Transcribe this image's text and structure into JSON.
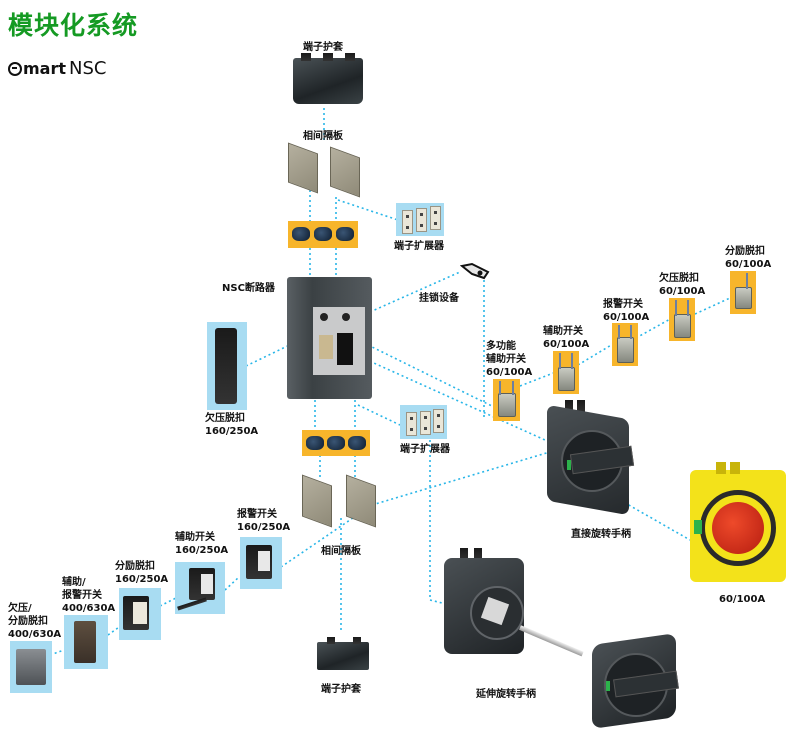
{
  "header": {
    "title": "模块化系统",
    "brand_smart": "mart",
    "brand_nsc": "NSC"
  },
  "labels": {
    "terminal_cover_top": "端子护套",
    "phase_barrier_top": "相间隔板",
    "terminal_extender_top": "端子扩展器",
    "breaker": "NSC断路器",
    "padlock": "挂锁设备",
    "uv_release_160": [
      "欠压脱扣",
      "160/250A"
    ],
    "terminal_extender_bottom": "端子扩展器",
    "phase_barrier_bottom": "相间隔板",
    "terminal_cover_bottom": "端子护套",
    "multi_aux_60": [
      "多功能",
      "辅助开关",
      "60/100A"
    ],
    "aux_60": [
      "辅助开关",
      "60/100A"
    ],
    "alarm_60": [
      "报警开关",
      "60/100A"
    ],
    "uv_60": [
      "欠压脱扣",
      "60/100A"
    ],
    "shunt_60": [
      "分励脱扣",
      "60/100A"
    ],
    "direct_handle": "直接旋转手柄",
    "yellow_handle_rating": "60/100A",
    "extended_handle": "延伸旋转手柄",
    "alarm_160": [
      "报警开关",
      "160/250A"
    ],
    "aux_160": [
      "辅助开关",
      "160/250A"
    ],
    "shunt_160": [
      "分励脱扣",
      "160/250A"
    ],
    "aux_alarm_400": [
      "辅助/",
      "报警开关",
      "400/630A"
    ],
    "uv_shunt_400": [
      "欠压/",
      "分励脱扣",
      "400/630A"
    ]
  },
  "colors": {
    "title": "#159a23",
    "connector": "#29b6e8",
    "orange_bg": "#f7b52b",
    "blue_bg": "#a8dcf2"
  }
}
